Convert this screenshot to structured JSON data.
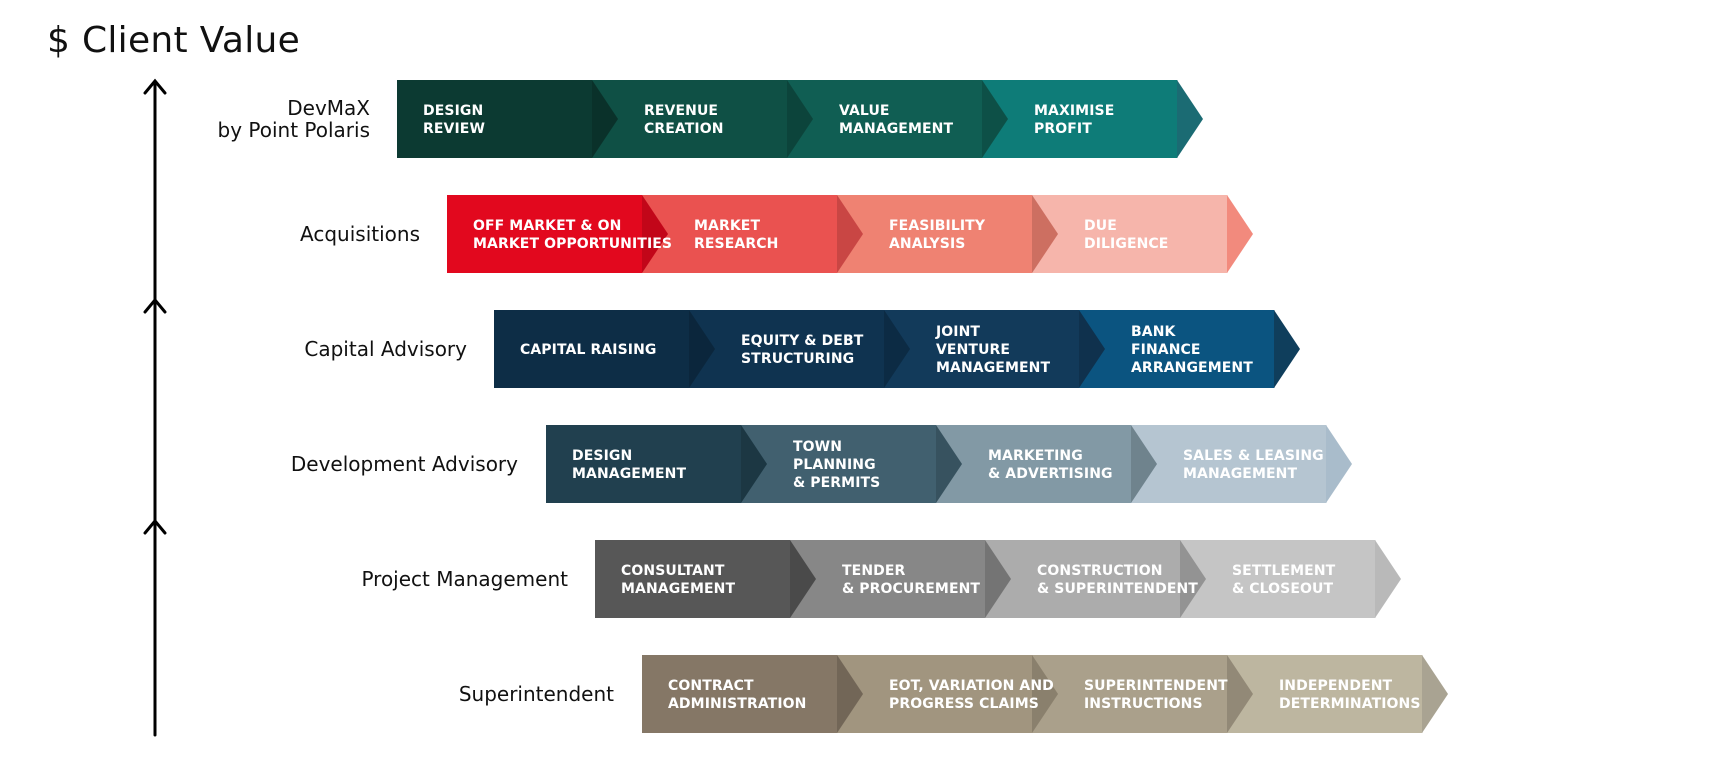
{
  "title": "$ Client Value",
  "rows": [
    {
      "label": [
        "DevMaX",
        "by Point Polaris"
      ],
      "segments": [
        {
          "text": [
            "DESIGN",
            "REVIEW"
          ],
          "fill": "#0c3a32",
          "text_color": "#ffffff"
        },
        {
          "text": [
            "REVENUE",
            "CREATION"
          ],
          "fill": "#0f5045",
          "text_color": "#ffffff"
        },
        {
          "text": [
            "VALUE",
            "MANAGEMENT"
          ],
          "fill": "#105e53",
          "text_color": "#ffffff"
        },
        {
          "text": [
            "MAXIMISE",
            "PROFIT"
          ],
          "fill": "#0e7c78",
          "text_color": "#ffffff"
        }
      ],
      "tip_color": "#1b6b73"
    },
    {
      "label": [
        "Acquisitions"
      ],
      "segments": [
        {
          "text": [
            "OFF MARKET & ON",
            "MARKET OPPORTUNITIES"
          ],
          "fill": "#e2081e",
          "text_color": "#ffffff"
        },
        {
          "text": [
            "MARKET",
            "RESEARCH"
          ],
          "fill": "#ea5250",
          "text_color": "#ffffff"
        },
        {
          "text": [
            "FEASIBILITY",
            "ANALYSIS"
          ],
          "fill": "#ef8272",
          "text_color": "#ffffff"
        },
        {
          "text": [
            "DUE",
            "DILIGENCE"
          ],
          "fill": "#f6b5ab",
          "text_color": "#ffffff"
        }
      ],
      "tip_color": "#f28a7d"
    },
    {
      "label": [
        "Capital Advisory"
      ],
      "segments": [
        {
          "text": [
            "CAPITAL RAISING"
          ],
          "fill": "#0d2d46",
          "text_color": "#ffffff"
        },
        {
          "text": [
            "EQUITY & DEBT",
            "STRUCTURING"
          ],
          "fill": "#0f3350",
          "text_color": "#ffffff"
        },
        {
          "text": [
            "JOINT",
            "VENTURE",
            "MANAGEMENT"
          ],
          "fill": "#123a5a",
          "text_color": "#ffffff"
        },
        {
          "text": [
            "BANK",
            "FINANCE",
            "ARRANGEMENT"
          ],
          "fill": "#0b5480",
          "text_color": "#ffffff"
        }
      ],
      "tip_color": "#0f3e5c"
    },
    {
      "label": [
        "Development Advisory"
      ],
      "segments": [
        {
          "text": [
            "DESIGN",
            "MANAGEMENT"
          ],
          "fill": "#21404f",
          "text_color": "#ffffff"
        },
        {
          "text": [
            "TOWN",
            "PLANNING",
            "& PERMITS"
          ],
          "fill": "#41606f",
          "text_color": "#ffffff"
        },
        {
          "text": [
            "MARKETING",
            "& ADVERTISING"
          ],
          "fill": "#8299a5",
          "text_color": "#ffffff"
        },
        {
          "text": [
            "SALES & LEASING",
            "MANAGEMENT"
          ],
          "fill": "#b5c5d1",
          "text_color": "#ffffff"
        }
      ],
      "tip_color": "#a9bccb"
    },
    {
      "label": [
        "Project Management"
      ],
      "segments": [
        {
          "text": [
            "CONSULTANT",
            "MANAGEMENT"
          ],
          "fill": "#575757",
          "text_color": "#ffffff"
        },
        {
          "text": [
            "TENDER",
            "& PROCUREMENT"
          ],
          "fill": "#878787",
          "text_color": "#ffffff"
        },
        {
          "text": [
            "CONSTRUCTION",
            "& SUPERINTENDENT"
          ],
          "fill": "#acacac",
          "text_color": "#ffffff"
        },
        {
          "text": [
            "SETTLEMENT",
            "& CLOSEOUT"
          ],
          "fill": "#c5c5c5",
          "text_color": "#ffffff"
        }
      ],
      "tip_color": "#b9b9b9"
    },
    {
      "label": [
        "Superintendent"
      ],
      "segments": [
        {
          "text": [
            "CONTRACT",
            "ADMINISTRATION"
          ],
          "fill": "#857766",
          "text_color": "#ffffff"
        },
        {
          "text": [
            "EOT, VARIATION AND",
            "PROGRESS CLAIMS"
          ],
          "fill": "#a1957f",
          "text_color": "#ffffff"
        },
        {
          "text": [
            "SUPERINTENDENT",
            "INSTRUCTIONS"
          ],
          "fill": "#aaa08b",
          "text_color": "#ffffff"
        },
        {
          "text": [
            "INDEPENDENT",
            "DETERMINATIONS"
          ],
          "fill": "#bdb6a0",
          "text_color": "#ffffff"
        }
      ],
      "tip_color": "#a9a392"
    }
  ]
}
